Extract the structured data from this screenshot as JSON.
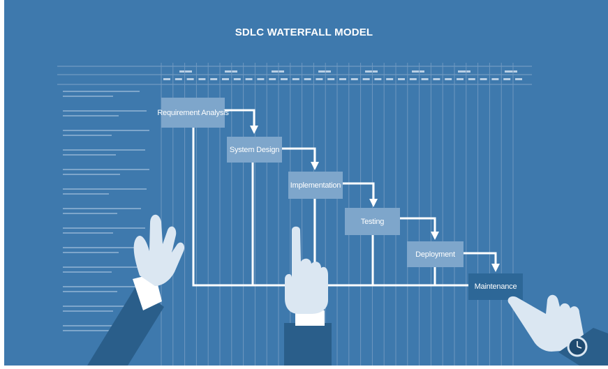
{
  "title": "SDLC WATERFALL MODEL",
  "steps": [
    "Requirement Analysis",
    "System Design",
    "Implementation",
    "Testing",
    "Deployment",
    "Maintenance"
  ],
  "colors": {
    "background": "#3e79ad",
    "step_box": "#7ea6cb",
    "step_box_last": "#2d6797",
    "lines": "#ffffff"
  }
}
